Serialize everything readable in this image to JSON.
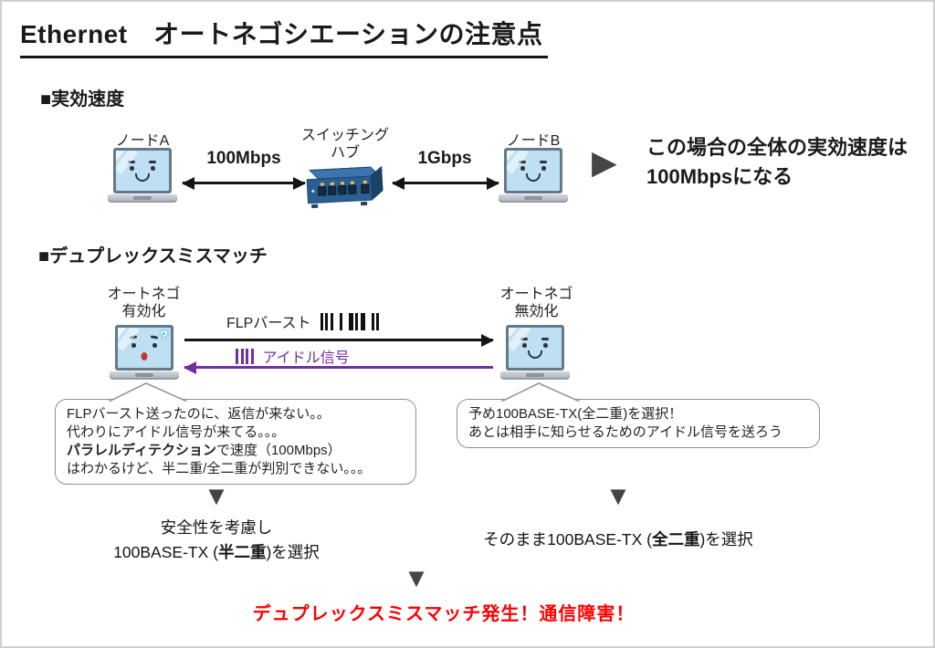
{
  "page": {
    "title": "Ethernet　オートネゴシエーションの注意点"
  },
  "colors": {
    "accent_purple": "#7030A0",
    "warning_red": "#FF0000",
    "arrow_dark": "#454545"
  },
  "icons": {
    "pointer_right": "▶",
    "pointer_down": "▼",
    "question_mark": "?"
  },
  "section_speed": {
    "heading": "■実効速度",
    "node_a_label": "ノードA",
    "hub_label_line1": "スイッチング",
    "hub_label_line2": "ハブ",
    "node_b_label": "ノードB",
    "link_left_speed": "100Mbps",
    "link_right_speed": "1Gbps",
    "conclusion_line1": "この場合の全体の実効速度は",
    "conclusion_line2": "100Mbpsになる"
  },
  "section_duplex": {
    "heading": "■デュプレックスミスマッチ",
    "left_node_line1": "オートネゴ",
    "left_node_line2": "有効化",
    "right_node_line1": "オートネゴ",
    "right_node_line2": "無効化",
    "flp_label": "FLPバースト",
    "idle_label": "アイドル信号",
    "left_bubble_line1": "FLPバースト送ったのに、返信が来ない。。",
    "left_bubble_line2": "代わりにアイドル信号が来てる。。。",
    "left_bubble_line3_bold": "パラレルディテクション",
    "left_bubble_line3_rest": "で速度（100Mbps）",
    "left_bubble_line4": "はわかるけど、半二重/全二重が判別できない。。。",
    "right_bubble_line1": "予め100BASE-TX(全二重)を選択！",
    "right_bubble_line2": "あとは相手に知らせるためのアイドル信号を送ろう",
    "left_result_line1": "安全性を考慮し",
    "left_result_line2_pre": "100BASE-TX (",
    "left_result_line2_bold": "半二重",
    "left_result_line2_post": ")を選択",
    "right_result_pre": "そのまま100BASE-TX (",
    "right_result_bold": "全二重",
    "right_result_post": ")を選択",
    "warning": "デュプレックスミスマッチ発生！通信障害！"
  }
}
